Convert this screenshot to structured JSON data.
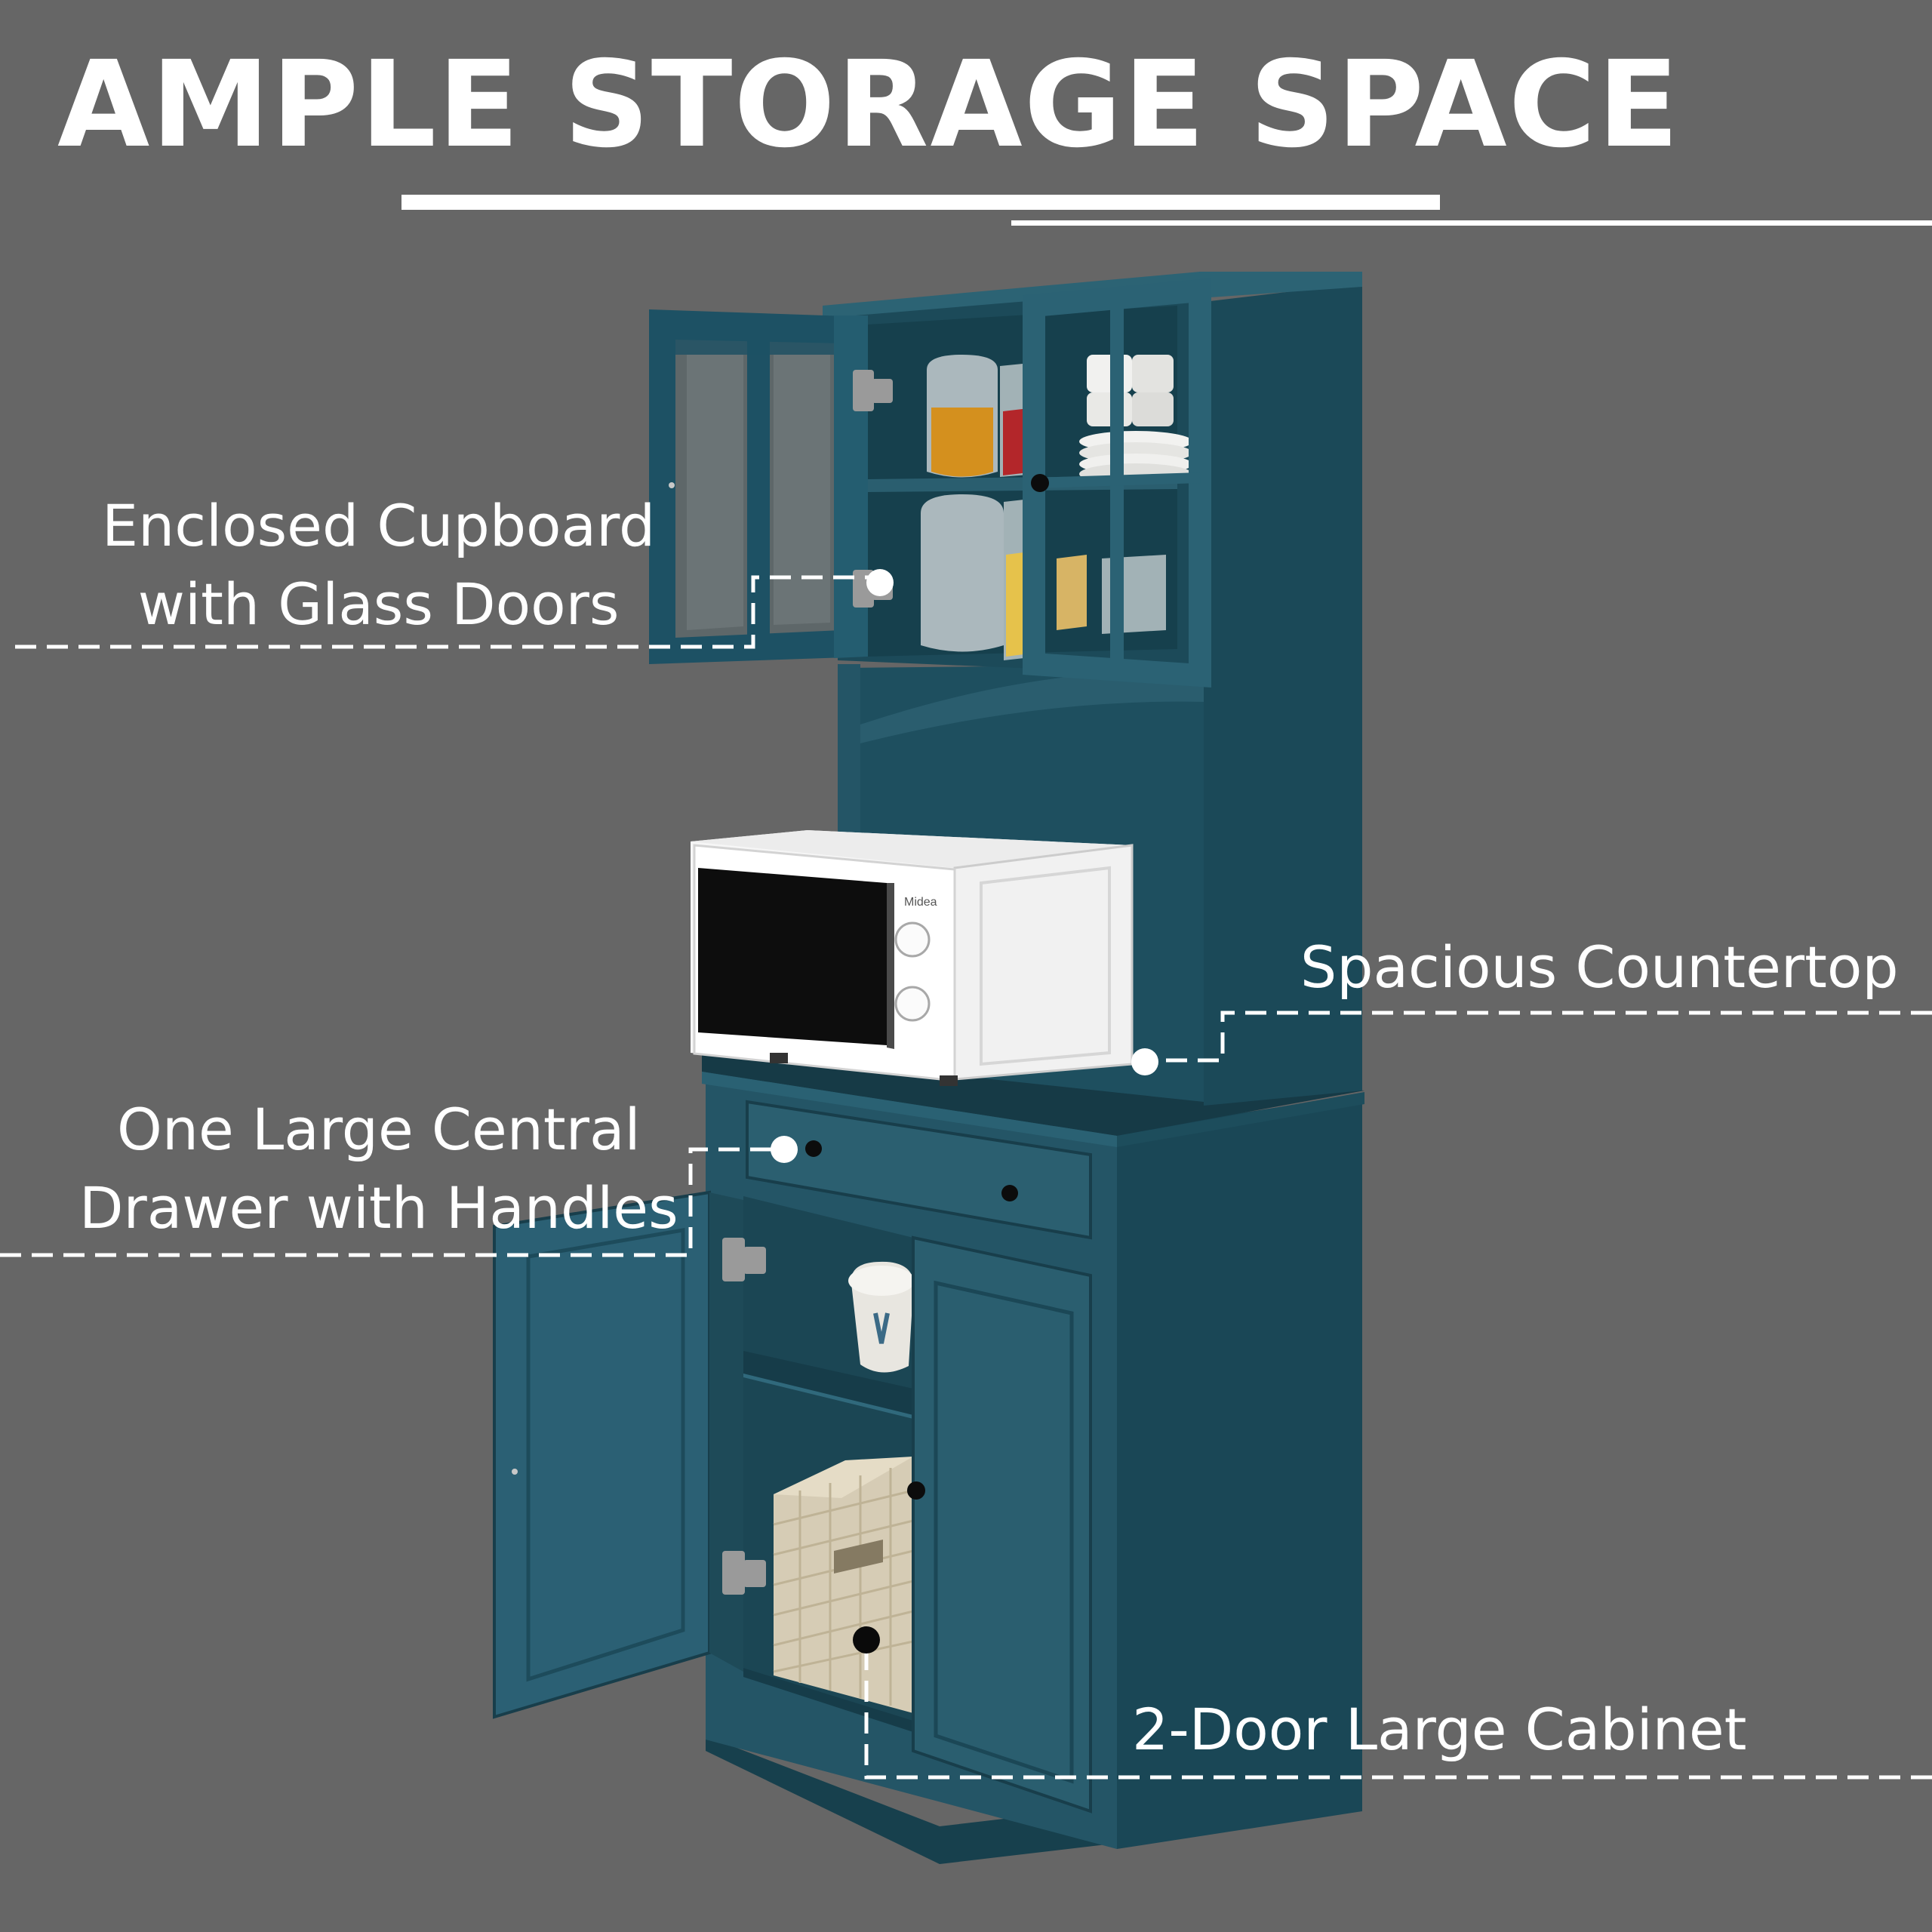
{
  "headline": "AMPLE STORAGE SPACE",
  "callouts": {
    "cupboard": [
      "Enclosed Cupboard",
      "with Glass Doors"
    ],
    "countertop": [
      "Spacious Countertop"
    ],
    "drawer": [
      "One Large Central",
      "Drawer with Handles"
    ],
    "cabinet": [
      "2-Door Large Cabinet"
    ]
  },
  "microwave_brand": "Midea",
  "colors": {
    "background": "#666666",
    "cabinet": "#1f4f5f",
    "text": "#ffffff"
  }
}
